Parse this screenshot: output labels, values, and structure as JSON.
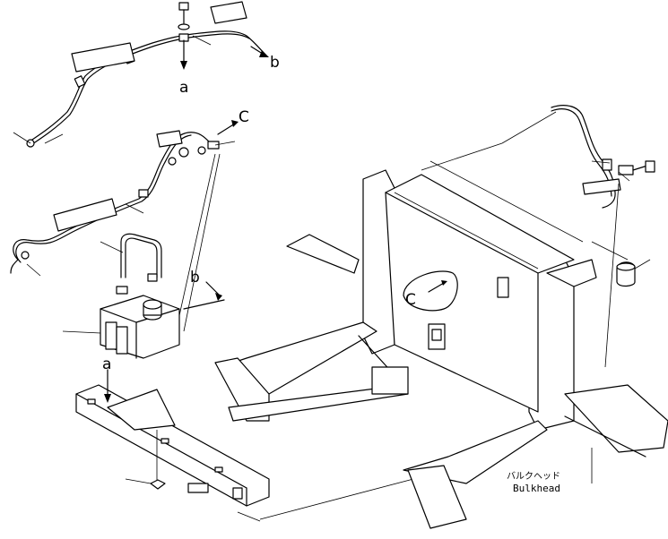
{
  "callouts": {
    "a_top": "a",
    "b_top": "b",
    "c_top": "C",
    "b_mid": "b",
    "a_low": "a",
    "c_panel": "C"
  },
  "bulkhead": {
    "japanese": "バルクヘッド",
    "english": "Bulkhead"
  }
}
